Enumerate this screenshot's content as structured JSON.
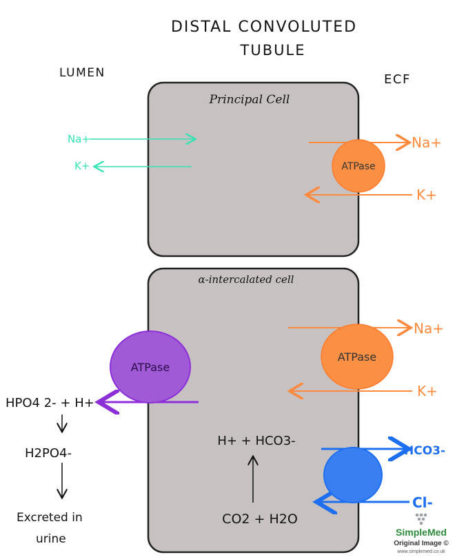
{
  "title_line1": "DISTAL CONVOLUTED",
  "title_line2": "TUBULE",
  "lumen_label": "LUMEN",
  "ecf_label": "ECF",
  "principal_cell": {
    "label": "Principal Cell",
    "lumen_na": "Na+",
    "lumen_k": "K+",
    "pump_label": "ATPase",
    "ecf_na": "Na+",
    "ecf_k": "K+"
  },
  "intercalated_cell": {
    "label": "α-intercalated cell",
    "lumen_pump_label": "ATPase",
    "ecf_pump_label": "ATPase",
    "ecf_na": "Na+",
    "ecf_k": "K+",
    "ecf_hco3": "HCO3-",
    "ecf_cl": "Cl-",
    "reaction_top": "H+ + HCO3-",
    "reaction_bottom": "CO2 + H2O"
  },
  "lumen_chemistry": {
    "step1": "HPO4 2- + H+",
    "step2": "H2PO4-",
    "step3_line1": "Excreted in",
    "step3_line2": "urine"
  },
  "brand": {
    "name": "SimpleMed",
    "tagline": "Original Image ©",
    "url": "www.simplemed.co.uk"
  },
  "colors": {
    "cell_fill": "#c7c2c1",
    "cell_stroke": "#222222",
    "teal": "#34e3b4",
    "orange": "#ff8a3d",
    "orange_fill": "#fb8f43",
    "purple": "#8c2fd8",
    "purple_fill": "#a05ad6",
    "blue": "#1e6ff0",
    "blue_fill": "#3a7ff2",
    "brand_green": "#2f8b3c"
  }
}
